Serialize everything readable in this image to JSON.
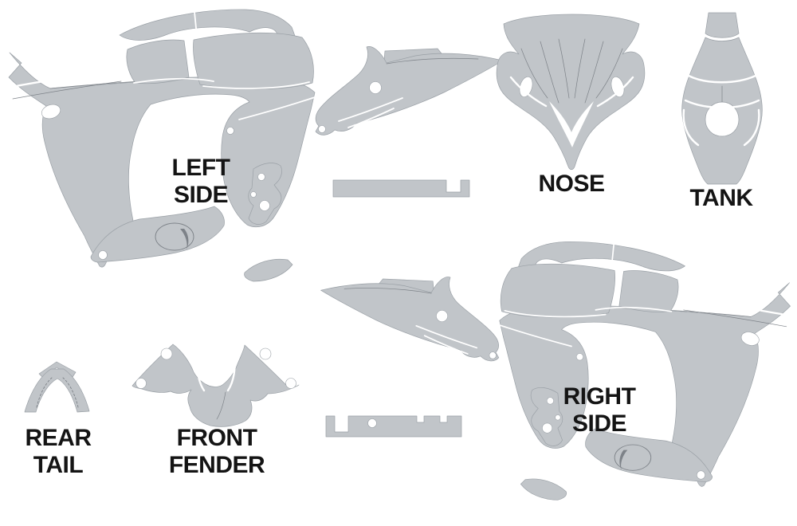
{
  "page": {
    "description": "Motorcycle body panel paint/wrap template sheet",
    "background_color": "#ffffff"
  },
  "palette": {
    "panel_fill": "#c1c5c9",
    "panel_outline": "#9aa0a6",
    "seam_line": "#7d8288",
    "cutout_color": "#ffffff",
    "label_color": "#141414"
  },
  "labels": {
    "left_side": "LEFT\nSIDE",
    "nose": "NOSE",
    "tank": "TANK",
    "rear_tail": "REAR\nTAIL",
    "front_fender": "FRONT\nFENDER",
    "right_side": "RIGHT\nSIDE"
  }
}
